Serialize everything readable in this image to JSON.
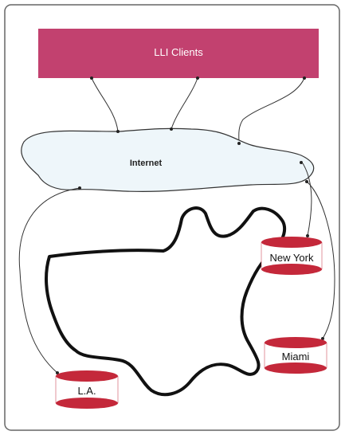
{
  "diagram": {
    "clients_label": "LLI Clients",
    "internet_label": "Internet",
    "sites": [
      {
        "name": "New York"
      },
      {
        "name": "Miami"
      },
      {
        "name": "L.A."
      }
    ]
  },
  "colors": {
    "clients_fill": "#c2416f",
    "clients_text": "#ffffff",
    "cloud_fill": "#eef6fa",
    "cloud_stroke": "#333333",
    "db_fill": "#c4283a",
    "db_band": "#ffffff",
    "map_stroke": "#111111",
    "frame_stroke": "#666666"
  }
}
